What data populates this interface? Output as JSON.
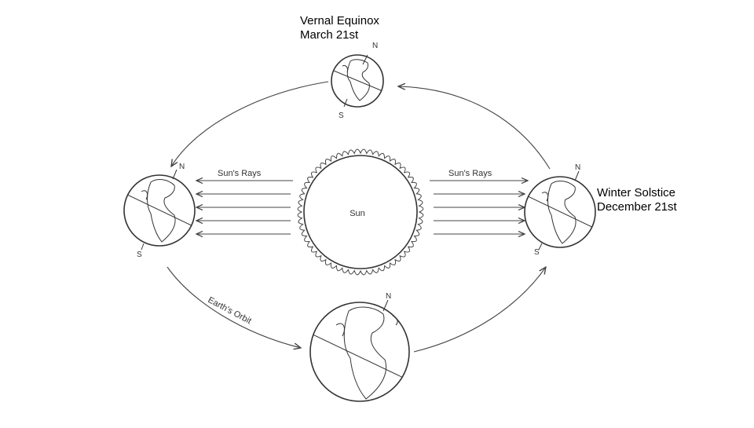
{
  "captions": {
    "vernal": {
      "line1": "Vernal Equinox",
      "line2": "March 21st"
    },
    "winter": {
      "line1": "Winter Solstice",
      "line2": "December 21st"
    }
  },
  "labels": {
    "sun": "Sun",
    "rays_left": "Sun's Rays",
    "rays_right": "Sun's Rays",
    "orbit": "Earth's Orbit",
    "north": "N",
    "south": "S"
  },
  "colors": {
    "line": "#444444",
    "text": "#000000",
    "background": "#ffffff"
  }
}
